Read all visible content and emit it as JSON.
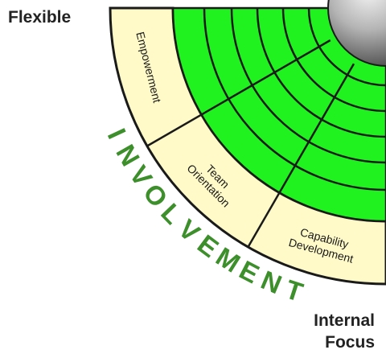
{
  "corner_labels": {
    "top_left": "Flexible",
    "bottom_right_line1": "Internal",
    "bottom_right_line2": "Focus"
  },
  "trait": {
    "name": "INVOLVEMENT",
    "color": "#3c8f2a"
  },
  "segments": [
    {
      "lines": [
        "Empowerment"
      ]
    },
    {
      "lines": [
        "Team",
        "Orientation"
      ]
    },
    {
      "lines": [
        "Capability",
        "Development"
      ]
    }
  ],
  "colors": {
    "ring_fill": "#fffac8",
    "grid_green": "#1ff21f",
    "outline": "#1a1a1a",
    "center_sphere": "#9a9a9a"
  }
}
